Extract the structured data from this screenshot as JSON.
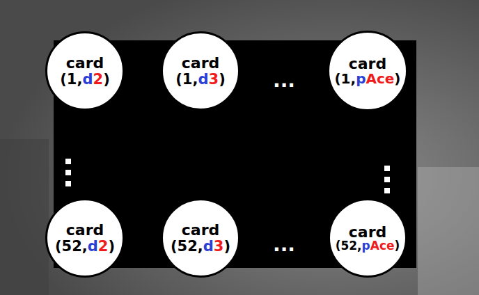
{
  "diagram": {
    "nodes": [
      {
        "text": [
          "card",
          "(1,d2)"
        ]
      },
      {
        "text": [
          "card",
          "(1,d3)"
        ]
      },
      {
        "text": [
          "card",
          "(1,pAce)"
        ]
      },
      {
        "text": [
          "card",
          "(52,d2)"
        ]
      },
      {
        "text": [
          "card",
          "(52,d3)"
        ]
      },
      {
        "text": [
          "card",
          "(52,pAce)"
        ]
      }
    ],
    "labels": [
      "...",
      "..."
    ]
  }
}
